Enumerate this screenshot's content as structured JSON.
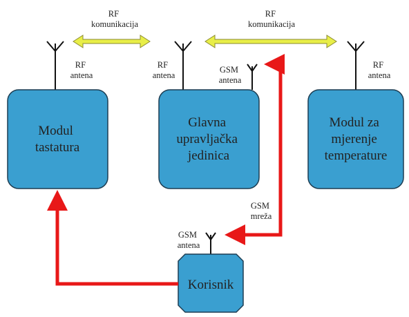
{
  "rf_link_left": [
    "RF",
    "komunikacija"
  ],
  "rf_link_right": [
    "RF",
    "komunikacija"
  ],
  "antenna_labels": {
    "keyboard_rf": [
      "RF",
      "antena"
    ],
    "main_rf": [
      "RF",
      "antena"
    ],
    "main_gsm": [
      "GSM",
      "antena"
    ],
    "temp_rf": [
      "RF",
      "antena"
    ],
    "user_gsm": [
      "GSM",
      "antena"
    ]
  },
  "gsm_network": [
    "GSM",
    "mreža"
  ],
  "modules": {
    "keyboard": [
      "Modul",
      "tastatura"
    ],
    "main": [
      "Glavna",
      "upravljačka",
      "jedinica"
    ],
    "temperature": [
      "Modul za",
      "mjerenje",
      "temperature"
    ]
  },
  "user": "Korisnik",
  "colors": {
    "module_fill": "#3a9fd0",
    "module_stroke": "#1d3d52",
    "rf_arrow_fill": "#e8ee48",
    "rf_arrow_stroke": "#8a8a30",
    "gsm_arrow": "#e81818"
  }
}
